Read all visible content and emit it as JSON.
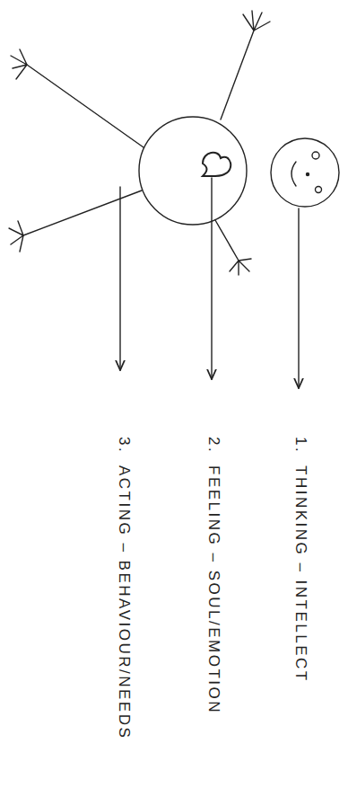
{
  "diagram": {
    "labels": [
      "1.",
      "THINKING – INTELLECT",
      "2.",
      "FEELING – SOUL/EMOTION",
      "3.",
      "ACTING – BEHAVIOUR/NEEDS"
    ]
  }
}
